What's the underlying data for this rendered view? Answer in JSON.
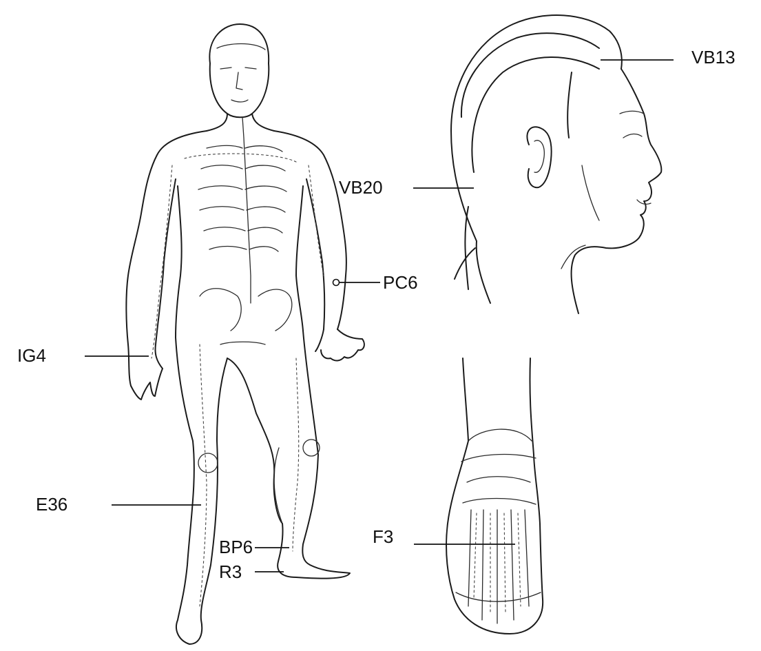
{
  "labels": {
    "vb13": "VB13",
    "vb20": "VB20",
    "pc6": "PC6",
    "ig4": "IG4",
    "e36": "E36",
    "bp6": "BP6",
    "r3": "R3",
    "f3": "F3"
  }
}
